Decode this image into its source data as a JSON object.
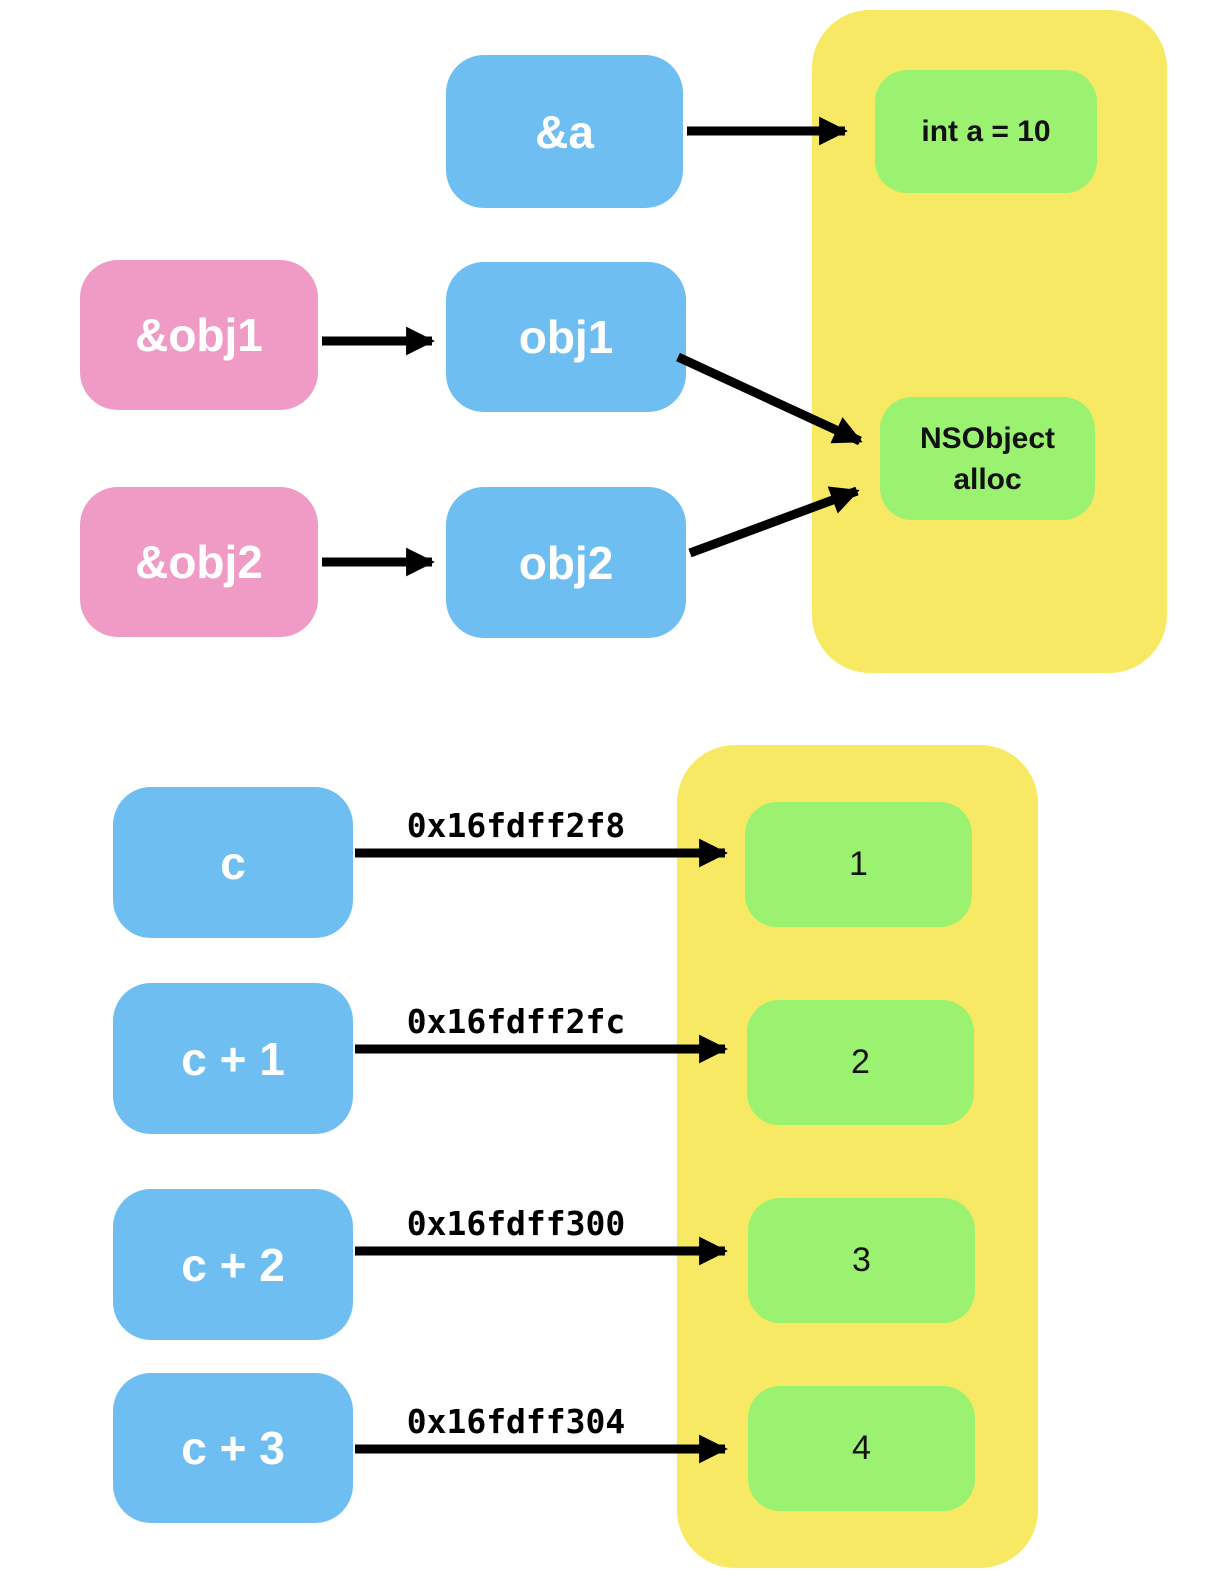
{
  "colors": {
    "pointer_box_blue": "#6fbef2",
    "address_box_pink": "#f09bc6",
    "memory_region_yellow": "#f8e964",
    "memory_cell_green": "#9af270",
    "arrow_black": "#000000",
    "light_text": "#ffffff",
    "dark_text": "#111111"
  },
  "objects_section": {
    "address_of_a_label": "&a",
    "int_a_cell_label": "int a = 10",
    "address_of_obj1_label": "&obj1",
    "obj1_label": "obj1",
    "address_of_obj2_label": "&obj2",
    "obj2_label": "obj2",
    "nsobject_cell_line1": "NSObject",
    "nsobject_cell_line2": "alloc"
  },
  "array_section": {
    "rows": [
      {
        "pointer": "c",
        "address": "0x16fdff2f8",
        "value": "1"
      },
      {
        "pointer": "c + 1",
        "address": "0x16fdff2fc",
        "value": "2"
      },
      {
        "pointer": "c + 2",
        "address": "0x16fdff300",
        "value": "3"
      },
      {
        "pointer": "c + 3",
        "address": "0x16fdff304",
        "value": "4"
      }
    ]
  }
}
